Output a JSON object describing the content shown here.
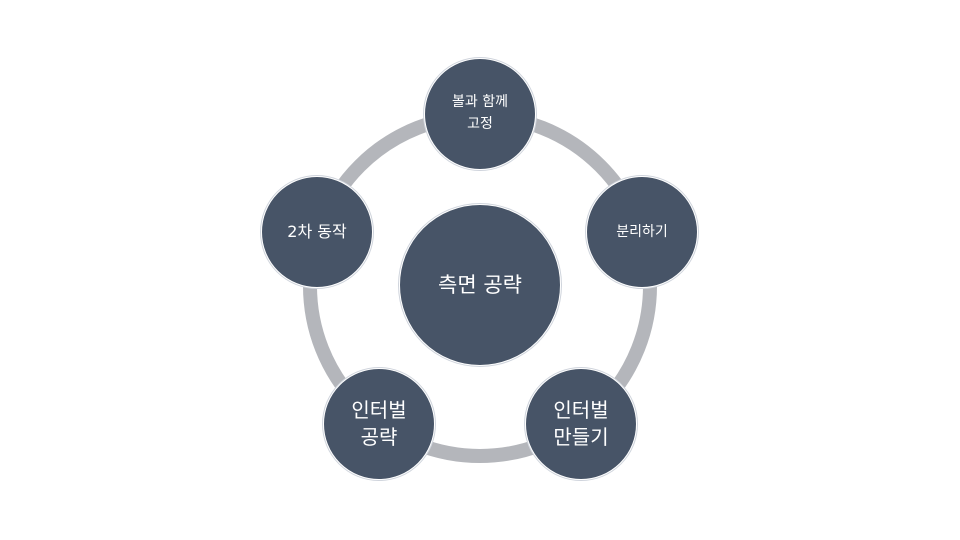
{
  "diagram": {
    "center": {
      "label": "측면 공략"
    },
    "nodes": [
      {
        "id": "top",
        "label": "볼과 함께\n고정"
      },
      {
        "id": "right",
        "label": "분리하기"
      },
      {
        "id": "bottom-right",
        "label": "인터벌\n만들기"
      },
      {
        "id": "bottom-left",
        "label": "인터벌\n공략"
      },
      {
        "id": "left",
        "label": "2차 동작"
      }
    ],
    "colors": {
      "node_fill": "#475467",
      "ring": "#b4b6bb",
      "text": "#ffffff",
      "background": "#ffffff"
    }
  }
}
